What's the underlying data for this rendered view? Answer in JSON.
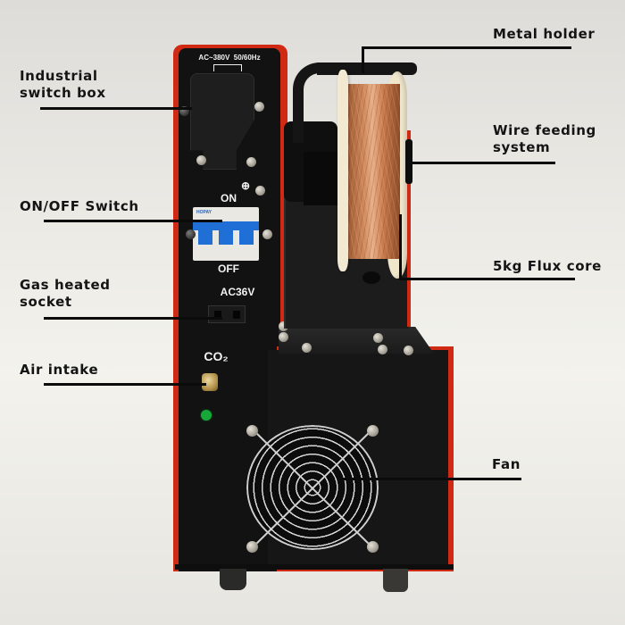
{
  "product": {
    "panel_rating": "AC~380V  50/60Hz",
    "switch_on_label": "ON",
    "switch_off_label": "OFF",
    "socket_voltage_label": "AC36V",
    "gas_label": "CO₂",
    "breaker_brand": "HOPAY",
    "ground_symbol": "⊕"
  },
  "callouts": {
    "left": [
      {
        "id": "industrial-switch-box",
        "label": "Industrial\nswitch box"
      },
      {
        "id": "on-off-switch",
        "label": "ON/OFF Switch"
      },
      {
        "id": "gas-heated-socket",
        "label": "Gas heated\nsocket"
      },
      {
        "id": "air-intake",
        "label": "Air intake"
      }
    ],
    "right": [
      {
        "id": "metal-holder",
        "label": "Metal holder"
      },
      {
        "id": "wire-feeding-system",
        "label": "Wire feeding\nsystem"
      },
      {
        "id": "flux-core",
        "label": "5kg Flux core"
      },
      {
        "id": "fan",
        "label": "Fan"
      }
    ]
  },
  "colors": {
    "body_black": "#121212",
    "body_red_edge": "#d12a14",
    "breaker_blue": "#1f6fd6",
    "copper_wire": "#c9794a",
    "spool_cream": "#efe6cc",
    "indicator_green": "#17a83a",
    "label_text": "#141414"
  }
}
